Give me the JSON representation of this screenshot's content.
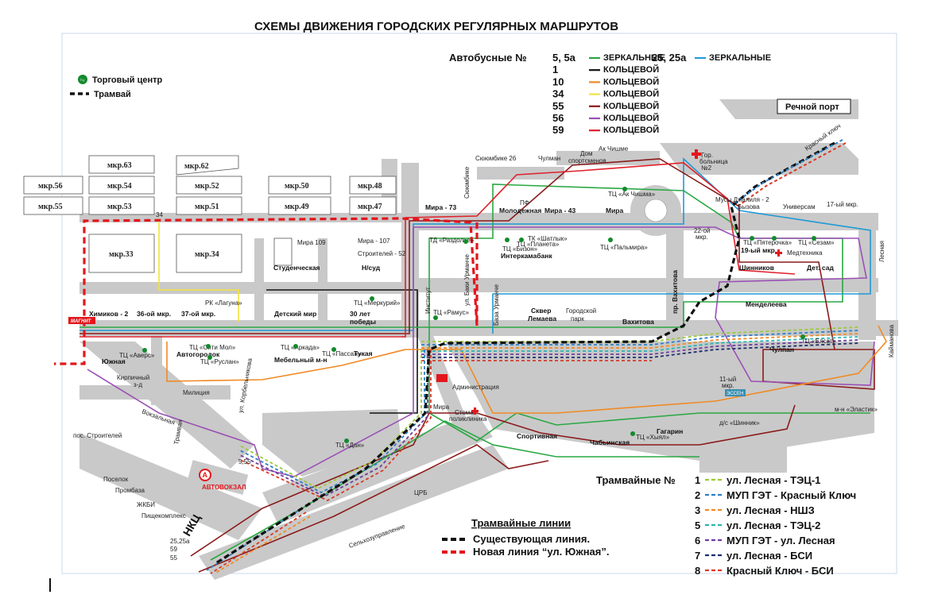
{
  "title": "СХЕМЫ ДВИЖЕНИЯ ГОРОДСКИХ РЕГУЛЯРНЫХ МАРШРУТОВ",
  "top_legend": {
    "shopping_center": "Торговый центр",
    "shopping_center_mark": "ТЦ",
    "tram": "Трамвай"
  },
  "bus_legend": {
    "header": "Автобусные №",
    "routes": [
      {
        "num": "5, 5а",
        "kind": "ЗЕРКАЛЬНЫЕ",
        "color": "#2aa843"
      },
      {
        "num": "1",
        "kind": "КОЛЬЦЕВОЙ",
        "color": "#111111"
      },
      {
        "num": "10",
        "kind": "КОЛЬЦЕВОЙ",
        "color": "#f08a24"
      },
      {
        "num": "34",
        "kind": "КОЛЬЦЕВОЙ",
        "color": "#f2e23a"
      },
      {
        "num": "55",
        "kind": "КОЛЬЦЕВОЙ",
        "color": "#8b1a1a"
      },
      {
        "num": "56",
        "kind": "КОЛЬЦЕВОЙ",
        "color": "#9b4fb5"
      },
      {
        "num": "59",
        "kind": "КОЛЬЦЕВОЙ",
        "color": "#e0202a"
      }
    ],
    "extra": {
      "num": "25, 25а",
      "kind": "ЗЕРКАЛЬНЫЕ",
      "color": "#1e9ad6"
    }
  },
  "port": "Речной порт",
  "tram_lines_legend": {
    "title": "Трамвайные линии",
    "existing": "Существующая линия.",
    "new": "Новая линия “ул. Южная”."
  },
  "tram_routes": {
    "header": "Трамвайные №",
    "items": [
      {
        "num": "1",
        "name": "ул. Лесная - ТЭЦ-1",
        "color": "#9dc93a"
      },
      {
        "num": "2",
        "name": "МУП ГЭТ - Красный Ключ",
        "color": "#2f7fc4"
      },
      {
        "num": "3",
        "name": "ул. Лесная - НШЗ",
        "color": "#f08a24"
      },
      {
        "num": "5",
        "name": "ул. Лесная - ТЭЦ-2",
        "color": "#2bb6b0"
      },
      {
        "num": "6",
        "name": "МУП ГЭТ - ул. Лесная",
        "color": "#6c3f9b"
      },
      {
        "num": "7",
        "name": "ул. Лесная - БСИ",
        "color": "#1d2f6b"
      },
      {
        "num": "8",
        "name": "Красный Ключ - БСИ",
        "color": "#d83a2a"
      }
    ]
  },
  "blocks": [
    "мкр.63",
    "мкр.62",
    "мкр.56",
    "мкр.54",
    "мкр.52",
    "мкр.50",
    "мкр.48",
    "мкр.55",
    "мкр.53",
    "мкр.51",
    "мкр.49",
    "мкр.47",
    "мкр.33",
    "мкр.34"
  ],
  "places": {
    "stadium": "Студенческая",
    "mira109": "Мира 109",
    "mira107": "Мира - 107",
    "stroiteley52": "Строителей - 52",
    "nsud": "Н/суд",
    "detmir": "Детский мир",
    "pobedy": "30 лет\nпобеды",
    "tc_merkuriy": "ТЦ «Меркурий»",
    "mebel": "Мебельный м-н",
    "tukay": "Тукая",
    "tc_passazh": "ТЦ «Пассаж»",
    "tc_arkada": "ТЦ «Аркада»",
    "tc_sitimol": "ТЦ «Сити Мол»",
    "avtogorodok": "Автогородок",
    "tc_ruslan": "ТЦ «Руслан»",
    "yuzhnaya": "Южная",
    "tc_avers": "ТЦ «Аверс»",
    "kirp": "Кирпичный\nз-д",
    "miliciya": "Милиция",
    "vokzal": "Вокзальная",
    "himikov": "Химиков - 2",
    "mkr36": "36-ой мкр.",
    "mkr37": "37-ой мкр.",
    "laguna": "РК «Лагуна»",
    "magnit": "МАГНИТ",
    "pos_str": "пос. Строителей",
    "poselok": "Поселок",
    "prombaza": "Промбаза",
    "zhbi": "ЖКБИ",
    "pishe": "Пищекомплекс",
    "avtovokzal": "АВТОВОКЗАЛ",
    "nkc": "НКЦ",
    "tc_dan": "ТЦ «Дан»",
    "institut": "Институт",
    "ul_ursaeva": "ул. Баки Урманче",
    "tc_razdolie": "ТД «Раздолье»",
    "tc_ramus": "ТЦ «Рамус»",
    "mira73": "Мира - 73",
    "syumbike": "Сююмбике",
    "syumbike26": "Сююмбике 26",
    "chulman": "Чулман",
    "dom": "Дом\nспортсменов",
    "akchishme": "Ак Чишме",
    "tc_akchishma": "ТЦ «Ак Чишма»",
    "molodezh": "Молодежная",
    "mira43": "Мира - 43",
    "mira": "Мира",
    "pf": "ПФ",
    "interkama": "Интеркамабанк",
    "tc_shatlyk": "ТК «Шатлык»",
    "tc_planeta": "ТЦ «Планета»",
    "tc_bizon": "ТЦ «Бизон»",
    "tc_palmira": "ТЦ «Пальмира»",
    "skver": "Сквер\nЛемаева",
    "gorpark": "Городской\nпарк",
    "baza": "База Урманче",
    "vahitova": "Вахитова",
    "pr_vahitova": "пр. Вахитова",
    "bolnica": "Гор.\nбольница\n№2",
    "musa": "Мусы Джалиля - 2",
    "byzova": "Бызова",
    "universam": "Универсам",
    "mkr17": "17-ый мкр.",
    "mkr22": "22-ой\nмкр.",
    "mkr19": "19-ый мкр.",
    "tc_pyaterochka": "ТЦ «Пятерочка»",
    "tc_sezam": "ТЦ «Сезам»",
    "medtech": "Медтехника",
    "shinnikov": "Шинников",
    "detsad": "Дет. сад",
    "lesnaya": "Лесная",
    "krasny": "Красный ключ",
    "mendeleeva": "Менделеева",
    "chulpan": "Чулпан",
    "tc_elsat": "ТЦ «Елсат»",
    "kamanova": "Каймановa",
    "mkr11": "11-ый\nмкр.",
    "essen": "ЭССЕН",
    "elastik": "м-н «Эластик»",
    "ds_shinnik": "д/с «Шинник»",
    "gagarin": "Гагарин",
    "tc_hyal": "ТЦ «Хыял»",
    "chabyinskaya": "Чабьинская",
    "sportivnaya": "Спортивная",
    "stomat": "Стомат\nполиклиника",
    "admin": "Администрация",
    "mira_st": "Мира",
    "crb": "ЦРБ",
    "selhoz": "Сельхозуправление",
    "korbelnikova": "ул. Корбельникова",
    "tramvai_st": "Трамвая",
    "r25": "25,25а",
    "r59": "59",
    "r55": "55",
    "r5": "5,55",
    "n34": "34"
  }
}
